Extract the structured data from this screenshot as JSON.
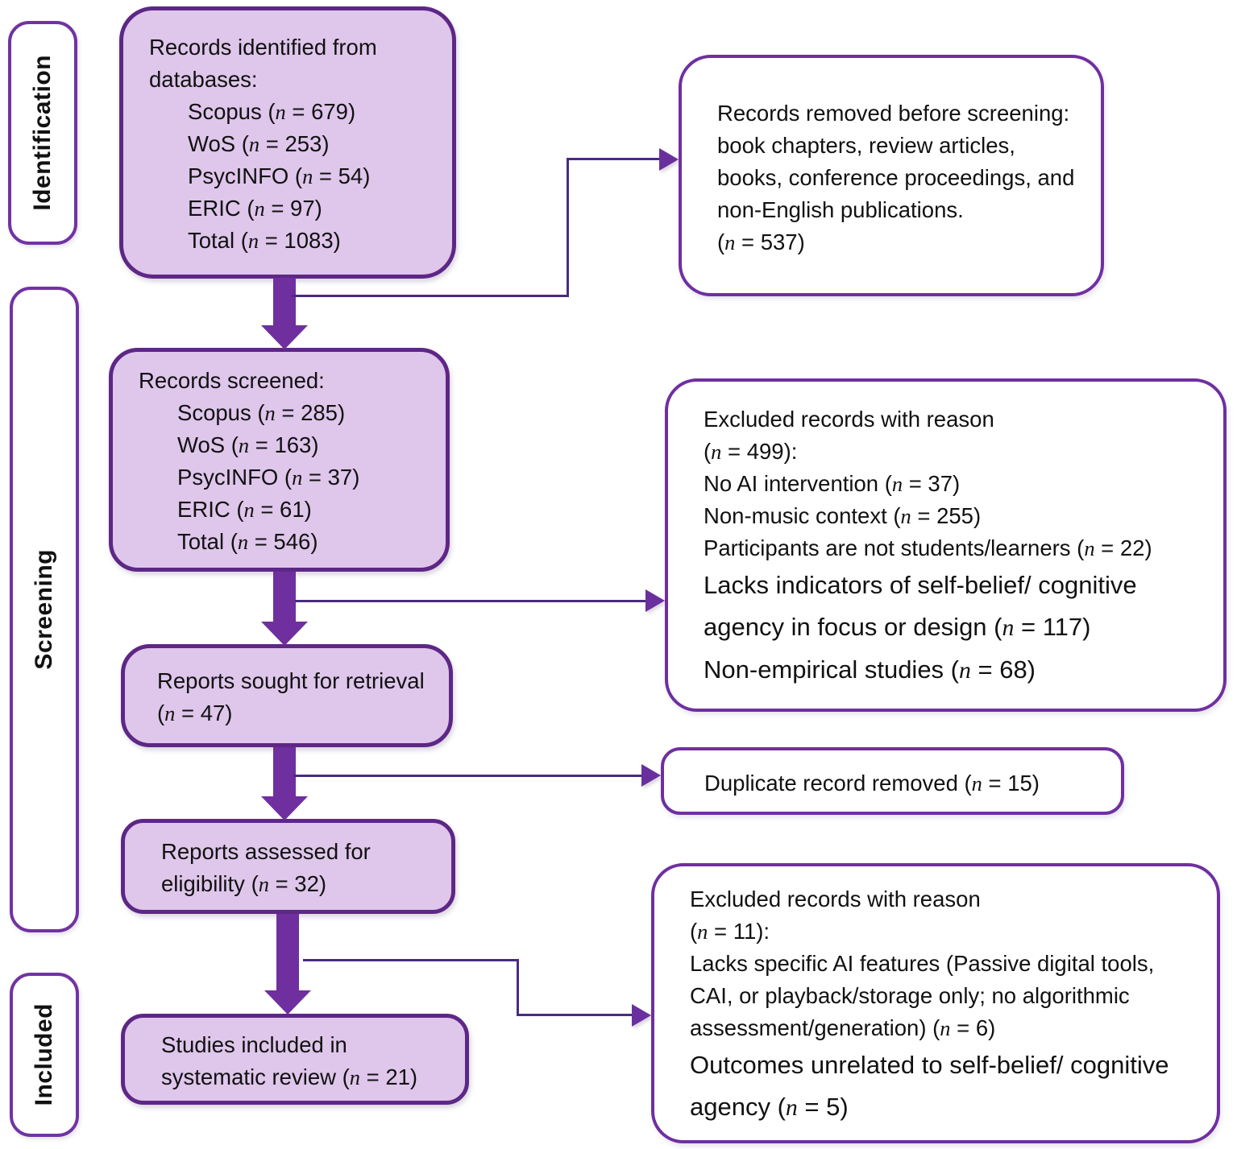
{
  "diagram": {
    "type": "prisma-flow",
    "colors": {
      "box_fill": "#dfc6eb",
      "box_border": "#5d2786",
      "white_box_border": "#6f2fa0",
      "arrow": "#6f2f9f",
      "connector": "#4a2b7e",
      "connector_head": "#6a2f9e"
    },
    "side_labels": {
      "identification": "Identification",
      "screening": "Screening",
      "included": "Included"
    },
    "boxes": {
      "records_identified": {
        "lines": [
          {
            "text": "Records identified from databases:",
            "indent": false
          },
          {
            "text": "Scopus (n = 679)",
            "indent": true
          },
          {
            "text": "WoS (n = 253)",
            "indent": true
          },
          {
            "text": "PsycINFO (n = 54)",
            "indent": true
          },
          {
            "text": "ERIC (n = 97)",
            "indent": true
          },
          {
            "text": "Total (n = 1083)",
            "indent": true
          }
        ]
      },
      "records_removed": {
        "lines": [
          {
            "text": "Records removed before screening:",
            "indent": false
          },
          {
            "text": "book chapters, review articles, books, conference proceedings, and non-English publications.",
            "indent": false
          },
          {
            "text": "(n = 537)",
            "indent": false
          }
        ]
      },
      "records_screened": {
        "lines": [
          {
            "text": "Records screened:",
            "indent": false
          },
          {
            "text": "Scopus (n = 285)",
            "indent": true
          },
          {
            "text": "WoS (n = 163)",
            "indent": true
          },
          {
            "text": "PsycINFO (n = 37)",
            "indent": true
          },
          {
            "text": "ERIC (n = 61)",
            "indent": true
          },
          {
            "text": "Total (n = 546)",
            "indent": true
          }
        ]
      },
      "excluded_screening": {
        "lines": [
          {
            "text": "Excluded records with reason",
            "indent": false
          },
          {
            "text": "(n = 499):",
            "indent": false
          },
          {
            "text": "No AI intervention (n = 37)",
            "indent": false
          },
          {
            "text": "Non-music context (n = 255)",
            "indent": false
          },
          {
            "text": "Participants are not students/learners (n = 22)",
            "indent": false
          },
          {
            "text": "Lacks indicators of self-belief/ cognitive agency in focus or design (n = 117)",
            "indent": false,
            "large": true
          },
          {
            "text": "Non-empirical studies (n = 68)",
            "indent": false,
            "large": true
          }
        ]
      },
      "reports_sought": {
        "lines": [
          {
            "text": "Reports sought for retrieval (n = 47)",
            "indent": false
          }
        ]
      },
      "duplicate_removed": {
        "lines": [
          {
            "text": "Duplicate record removed (n = 15)",
            "indent": false
          }
        ]
      },
      "reports_assessed": {
        "lines": [
          {
            "text": "Reports assessed for eligibility (n = 32)",
            "indent": false
          }
        ]
      },
      "excluded_eligibility": {
        "lines": [
          {
            "text": "Excluded records with reason",
            "indent": false
          },
          {
            "text": "(n = 11):",
            "indent": false
          },
          {
            "text": "Lacks specific AI features (Passive digital tools, CAI, or playback/storage only; no algorithmic assessment/generation) (n = 6)",
            "indent": false
          },
          {
            "text": "Outcomes unrelated to self-belief/ cognitive agency (n = 5)",
            "indent": false,
            "large": true
          }
        ]
      },
      "studies_included": {
        "lines": [
          {
            "text": "Studies included in systematic review (n = 21)",
            "indent": false
          }
        ]
      }
    }
  }
}
